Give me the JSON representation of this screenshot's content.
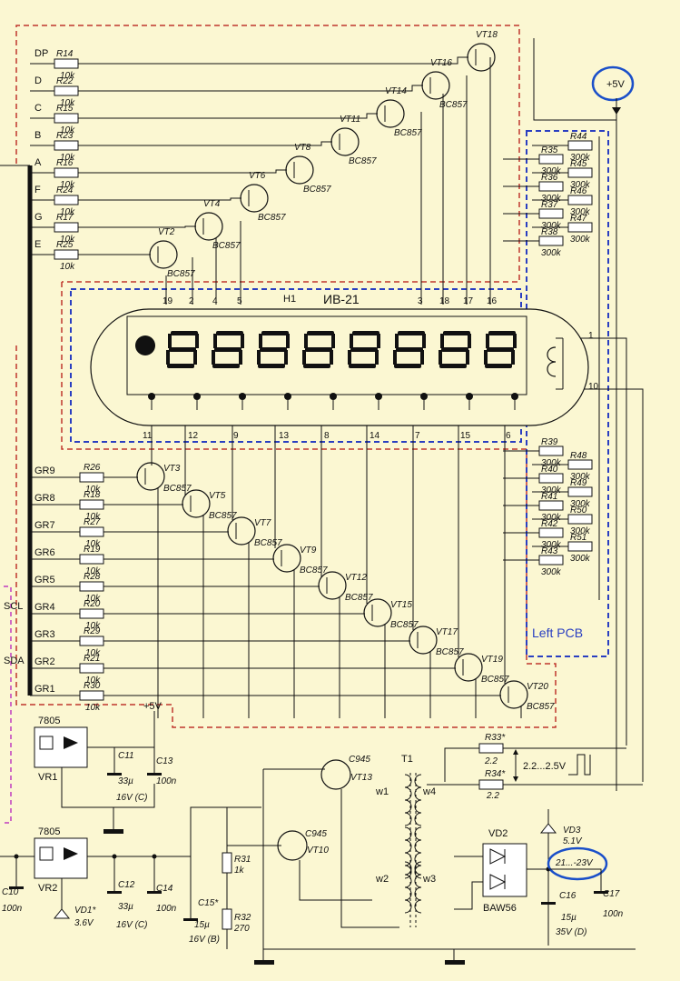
{
  "upper_resistors": [
    {
      "line": "DP",
      "ref": "R14",
      "value": "10k"
    },
    {
      "line": "D",
      "ref": "R22",
      "value": "10k"
    },
    {
      "line": "C",
      "ref": "R15",
      "value": "10k"
    },
    {
      "line": "B",
      "ref": "R23",
      "value": "10k"
    },
    {
      "line": "A",
      "ref": "R16",
      "value": "10k"
    },
    {
      "line": "F",
      "ref": "R24",
      "value": "10k"
    },
    {
      "line": "G",
      "ref": "R17",
      "value": "10k"
    },
    {
      "line": "E",
      "ref": "R25",
      "value": "10k"
    }
  ],
  "upper_transistors": [
    {
      "ref": "VT18",
      "type": ""
    },
    {
      "ref": "VT16",
      "type": "BC857"
    },
    {
      "ref": "VT14",
      "type": "BC857"
    },
    {
      "ref": "VT11",
      "type": "BC857"
    },
    {
      "ref": "VT8",
      "type": "BC857"
    },
    {
      "ref": "VT6",
      "type": "BC857"
    },
    {
      "ref": "VT4",
      "type": "BC857"
    },
    {
      "ref": "VT2",
      "type": "BC857"
    }
  ],
  "lower_resistors": [
    {
      "line": "GR9",
      "ref": "R26",
      "value": "10k"
    },
    {
      "line": "GR8",
      "ref": "R18",
      "value": "10k"
    },
    {
      "line": "GR7",
      "ref": "R27",
      "value": "10k"
    },
    {
      "line": "GR6",
      "ref": "R19",
      "value": "10k"
    },
    {
      "line": "GR5",
      "ref": "R28",
      "value": "10k"
    },
    {
      "line": "GR4",
      "ref": "R20",
      "value": "10k"
    },
    {
      "line": "GR3",
      "ref": "R29",
      "value": "10k"
    },
    {
      "line": "GR2",
      "ref": "R21",
      "value": "10k"
    },
    {
      "line": "GR1",
      "ref": "R30",
      "value": "10k"
    }
  ],
  "lower_transistors": [
    {
      "ref": "VT3",
      "type": "BC857"
    },
    {
      "ref": "VT5",
      "type": "BC857"
    },
    {
      "ref": "VT7",
      "type": "BC857"
    },
    {
      "ref": "VT9",
      "type": "BC857"
    },
    {
      "ref": "VT12",
      "type": "BC857"
    },
    {
      "ref": "VT15",
      "type": "BC857"
    },
    {
      "ref": "VT17",
      "type": "BC857"
    },
    {
      "ref": "VT19",
      "type": "BC857"
    },
    {
      "ref": "VT20",
      "type": "BC857"
    }
  ],
  "pulldown_upper": [
    {
      "ref": "R44",
      "value": "300k"
    },
    {
      "ref": "R35",
      "value": "300k"
    },
    {
      "ref": "R45",
      "value": "300k"
    },
    {
      "ref": "R36",
      "value": "300k"
    },
    {
      "ref": "R46",
      "value": "300k"
    },
    {
      "ref": "R37",
      "value": "300k"
    },
    {
      "ref": "R47",
      "value": "300k"
    },
    {
      "ref": "R38",
      "value": "300k"
    }
  ],
  "pulldown_lower": [
    {
      "ref": "R39",
      "value": "300k"
    },
    {
      "ref": "R48",
      "value": "300k"
    },
    {
      "ref": "R40",
      "value": "300k"
    },
    {
      "ref": "R49",
      "value": "300k"
    },
    {
      "ref": "R41",
      "value": "300k"
    },
    {
      "ref": "R50",
      "value": "300k"
    },
    {
      "ref": "R42",
      "value": "300k"
    },
    {
      "ref": "R51",
      "value": "300k"
    },
    {
      "ref": "R43",
      "value": "300k"
    }
  ],
  "tube": {
    "ref": "H1",
    "name": "ИВ-21",
    "pins_top": [
      "19",
      "2",
      "4",
      "5",
      "3",
      "18",
      "17",
      "16"
    ],
    "pins_bottom": [
      "11",
      "12",
      "9",
      "13",
      "8",
      "14",
      "7",
      "15",
      "6"
    ],
    "pins_right": [
      "1",
      "10"
    ]
  },
  "labels": {
    "plus5v_top": "+5V",
    "plus5v_reg": "+5V",
    "left_pcb": "Left PCB",
    "scl": "SCL",
    "sda": "SDA",
    "neg_voltage": "21...-23V",
    "pulse_range": "2.2...2.5V"
  },
  "power": {
    "vr1_chip": "7805",
    "vr1_ref": "VR1",
    "vr2_chip": "7805",
    "vr2_ref": "VR2",
    "c11_ref": "C11",
    "c11_val": "33µ",
    "c11_rating": "16V (C)",
    "c13_ref": "C13",
    "c13_val": "100n",
    "c12_ref": "C12",
    "c12_val": "33µ",
    "c12_rating": "16V (C)",
    "c14_ref": "C14",
    "c14_val": "100n",
    "c10_ref": "C10",
    "c10_val": "100n",
    "vd1_ref": "VD1*",
    "vd1_val": "3.6V",
    "c15_ref": "C15*",
    "c15_val": "15µ",
    "c15_rating": "16V (B)",
    "r31_ref": "R31",
    "r31_val": "1k",
    "r32_ref": "R32",
    "r32_val": "270",
    "vt13_model": "C945",
    "vt13_ref": "VT13",
    "vt10_model": "C945",
    "vt10_ref": "VT10",
    "t1_ref": "T1",
    "w1": "w1",
    "w2": "w2",
    "w3": "w3",
    "w4": "w4",
    "r33_ref": "R33*",
    "r33_val": "2.2",
    "r34_ref": "R34*",
    "r34_val": "2.2",
    "vd2_ref": "VD2",
    "vd2_model": "BAW56",
    "vd3_ref": "VD3",
    "vd3_val": "5.1V",
    "c16_ref": "C16",
    "c16_val": "15µ",
    "c16_rating": "35V (D)",
    "c17_ref": "C17",
    "c17_val": "100n"
  },
  "colors": {
    "background": "#fbf7d2",
    "red_border": "#c0362c",
    "blue_border": "#2a3fc1",
    "magenta_border": "#c03bc0",
    "annotation_circle": "#1a4fc9"
  }
}
